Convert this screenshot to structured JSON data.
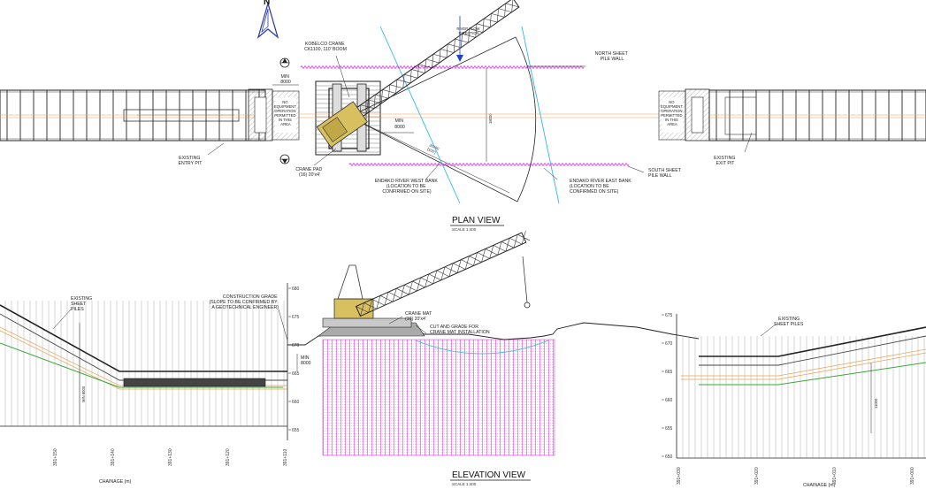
{
  "north_arrow": "N",
  "plan": {
    "title": "PLAN VIEW",
    "scale": "SCALE 1:400",
    "labels": {
      "kobelco": [
        "KOBELCO CRANE",
        "CK1100, 110' BOOM"
      ],
      "river_flow": [
        "RIVER FLOW",
        "DIRECTION"
      ],
      "north_wall": [
        "NORTH SHEET",
        "PILE WALL"
      ],
      "south_wall": [
        "SOUTH SHEET",
        "PILE WALL"
      ],
      "min_left": [
        "MIN",
        "8000"
      ],
      "min_center": [
        "MIN",
        "8000"
      ],
      "no_equip_left": [
        "NO",
        "EQUIPMENT",
        "OPERATION",
        "PERMITTED",
        "IN THIS",
        "AREA"
      ],
      "no_equip_right": [
        "NO",
        "EQUIPMENT",
        "OPERATION",
        "PERMITTED",
        "IN THIS",
        "AREA"
      ],
      "entry_pit": [
        "EXISTING",
        "ENTRY PIT"
      ],
      "exit_pit": [
        "EXISTING",
        "EXIT PIT"
      ],
      "crane_pad": [
        "CRANE PAD",
        "(16) 20'x4'"
      ],
      "west_bank": [
        "ENDAKO RIVER WEST BANK",
        "(LOCATION TO BE",
        "CONFIRMED ON SITE)"
      ],
      "east_bank": [
        "ENDAKO RIVER EAST BANK",
        "(LOCATION TO BE",
        "CONFIRMED ON SITE)"
      ],
      "dim_radius": [
        "30480",
        "[100']"
      ],
      "dim_vertical": "18000"
    }
  },
  "elevation": {
    "title": "ELEVATION VIEW",
    "scale": "SCALE 1:400",
    "labels": {
      "sheet_piles_left": [
        "EXISTING",
        "SHEET",
        "PILES"
      ],
      "sheet_piles_right": [
        "EXISTING",
        "SHEET PILES"
      ],
      "construction_grade": [
        "CONSTRUCTION GRADE",
        "(SLOPE TO BE CONFIRMED BY",
        "A GEOTECHNICAL ENGINEER)"
      ],
      "crane_mat": [
        "CRANE MAT",
        "(16) 20'x4'"
      ],
      "cut_grade": [
        "CUT AND GRADE FOR",
        "CRANE MAT INSTALLATION"
      ],
      "min": [
        "MIN",
        "8000"
      ],
      "min_vertical": "MIN 8000",
      "chainage_left": "CHAINAGE (m)",
      "chainage_right": "CHAINAGE (m)",
      "dim_right": "11000"
    },
    "elev_ticks_left": [
      "680",
      "675",
      "670",
      "665",
      "660",
      "655"
    ],
    "elev_ticks_right": [
      "675",
      "670",
      "665",
      "660",
      "655",
      "650"
    ],
    "chainage_ticks_left": [
      "391+150",
      "391+140",
      "391+130",
      "391+120",
      "391+110"
    ],
    "chainage_ticks_right": [
      "391+030",
      "391+020",
      "391+010",
      "391+000"
    ]
  },
  "colors": {
    "line": "#222222",
    "magenta": "#e040e0",
    "cyan": "#30b8e8",
    "orange": "#e8a050",
    "green": "#3aa83a",
    "crane": "#d8c060",
    "blue_arrow": "#2040d0"
  }
}
